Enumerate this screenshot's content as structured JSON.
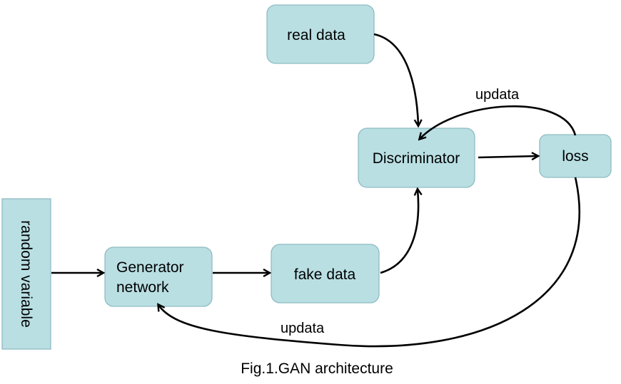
{
  "nodes": {
    "real_data": "real data",
    "discriminator": "Discriminator",
    "loss": "loss",
    "random_variable": "random variable",
    "generator_line1": "Generator",
    "generator_line2": "network",
    "fake_data": "fake data"
  },
  "edges": {
    "update_top": "updata",
    "update_bottom": "updata"
  },
  "caption": "Fig.1.GAN architecture",
  "colors": {
    "node_fill": "#b9dfe3",
    "node_border": "#8fbcc2",
    "arrow": "#000000"
  }
}
